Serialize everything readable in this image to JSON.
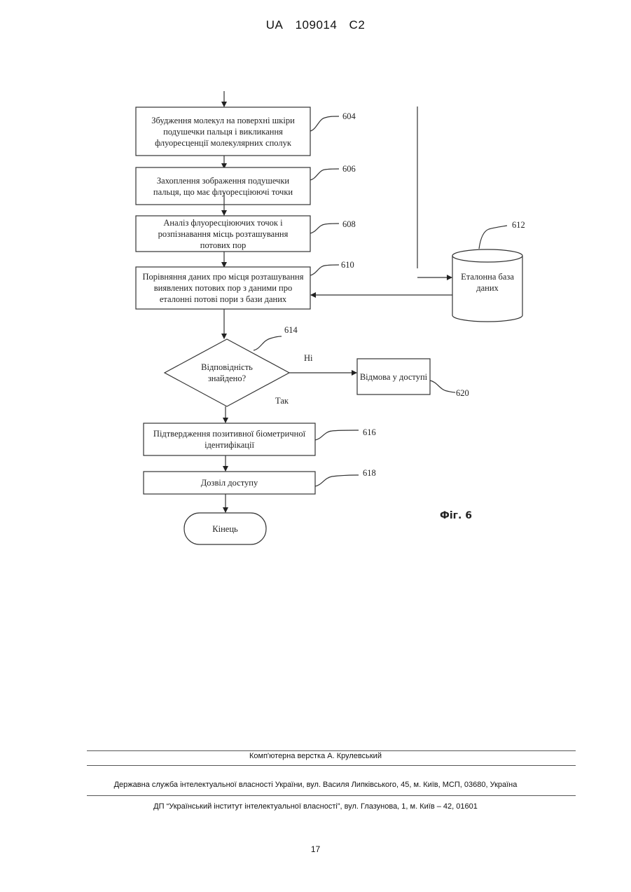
{
  "header": {
    "country": "UA",
    "number": "109014",
    "kind": "C2"
  },
  "flowchart": {
    "step_604": {
      "text": "Збудження молекул на поверхні шкіри подушечки пальця і викликання флуоресценції молекулярних сполук",
      "ref": "604"
    },
    "step_606": {
      "text": "Захоплення зображення подушечки пальця, що має флуоресціюючі точки",
      "ref": "606"
    },
    "step_608": {
      "text": "Аналіз флуоресціюючих точок і розпізнавання місць розташування потових пор",
      "ref": "608"
    },
    "step_610": {
      "text": "Порівняння даних про місця розташування виявлених потових пор з даними про еталонні потові пори з бази даних",
      "ref": "610"
    },
    "database_612": {
      "text": "Еталонна база даних",
      "ref": "612"
    },
    "decision_614": {
      "text": "Відповідність знайдено?",
      "ref": "614",
      "no_label": "Ні",
      "yes_label": "Так"
    },
    "step_620": {
      "text": "Відмова у доступі",
      "ref": "620"
    },
    "step_616": {
      "text": "Підтвердження позитивної біометричної ідентифікації",
      "ref": "616"
    },
    "step_618": {
      "text": "Дозвіл доступу",
      "ref": "618"
    },
    "end": {
      "text": "Кінець"
    }
  },
  "figure_label": "Фіг. 6",
  "footer": {
    "typesetting": "Комп'ютерна верстка А. Крулевський",
    "agency": "Державна служба інтелектуальної власності України, вул. Василя Липківського, 45, м. Київ, МСП, 03680, Україна",
    "institute": "ДП “Український інститут інтелектуальної власності”, вул. Глазунова, 1, м. Київ – 42, 01601"
  },
  "page_number": "17"
}
